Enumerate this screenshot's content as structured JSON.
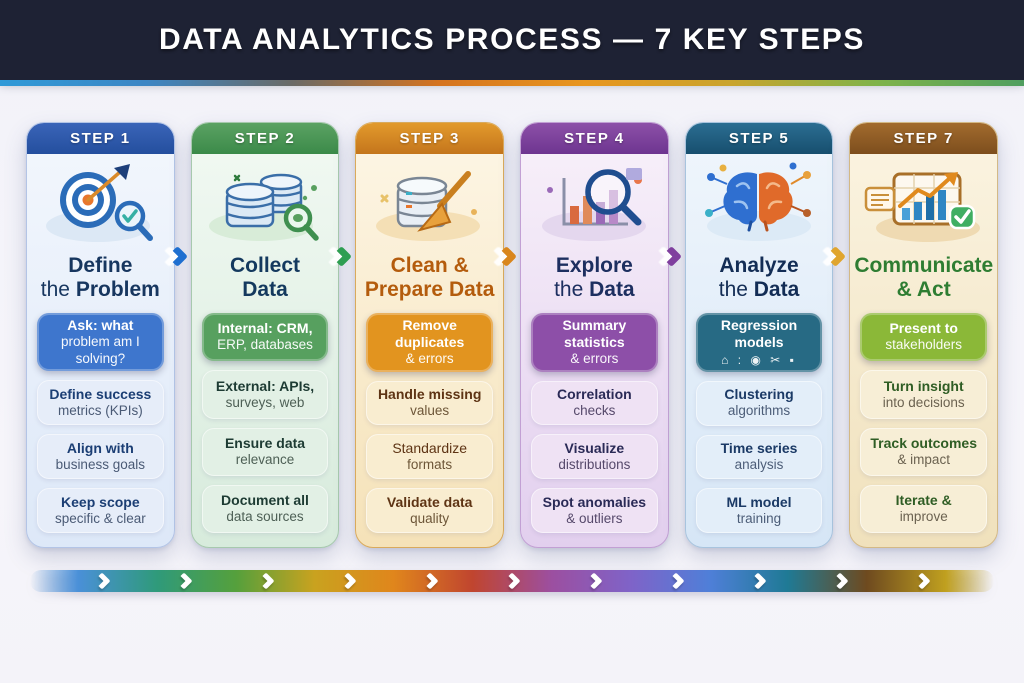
{
  "header": {
    "title": "DATA ANALYTICS PROCESS — 7 KEY STEPS",
    "underline_colors": [
      "#2f9ad8",
      "#3d86c4",
      "#6a6a66",
      "#d5731f",
      "#e8961f",
      "#c9a42e",
      "#7fb34a",
      "#4f9e5f"
    ]
  },
  "steps": [
    {
      "label": "STEP 1",
      "icon": "target-magnifier-icon",
      "title": {
        "line1": "Define",
        "line2_normal": "the ",
        "line2_bold": "Problem"
      },
      "colors": {
        "header_top": "#3a64b8",
        "header_bottom": "#244f9e",
        "card_top": "#f3f7fd",
        "card_bottom": "#dde8f8",
        "border": "#b3c4e6",
        "pill": "#e6edf9",
        "accent": "#3e76cd",
        "title": "#17365f",
        "item_bold": "#1b3e74",
        "item_text": "#4a5a75",
        "chevron": "#1f6fd0"
      },
      "items": [
        {
          "line1": "Ask: what",
          "line2": "problem am I solving?",
          "highlight": true
        },
        {
          "line1": "Define success",
          "line2": "metrics (KPIs)"
        },
        {
          "line1": "Align with",
          "line2": "business goals"
        },
        {
          "line1": "Keep scope",
          "line2": "specific & clear"
        }
      ]
    },
    {
      "label": "STEP 2",
      "icon": "database-magnifier-icon",
      "title": {
        "line1": "Collect",
        "line2_normal": "",
        "line2_bold": "Data"
      },
      "colors": {
        "header_top": "#5ba263",
        "header_bottom": "#3b8a49",
        "card_top": "#f2f9f3",
        "card_bottom": "#d7ebdc",
        "border": "#a7c9ae",
        "pill": "#e2f0e5",
        "accent": "#57a05f",
        "title": "#14395e",
        "item_bold": "#1d3b33",
        "item_text": "#4d5f55",
        "chevron": "#2e9e52"
      },
      "items": [
        {
          "line1": "Internal: CRM,",
          "line2": "ERP, databases",
          "highlight": true
        },
        {
          "line1": "External: APIs,",
          "line2": "surveys, web"
        },
        {
          "line1": "Ensure data",
          "line2": "relevance"
        },
        {
          "line1": "Document all",
          "line2": "data sources"
        }
      ]
    },
    {
      "label": "STEP 3",
      "icon": "database-broom-icon",
      "title": {
        "line1": "Clean &",
        "line2_normal": "",
        "line2_bold": "Prepare Data"
      },
      "colors": {
        "header_top": "#e29a2c",
        "header_bottom": "#c4751c",
        "card_top": "#fdf6e6",
        "card_bottom": "#f5e2b8",
        "border": "#d9aa5c",
        "pill": "#f9edd0",
        "accent": "#e2941f",
        "title": "#b45c0d",
        "item_bold": "#5e3414",
        "item_text": "#6d5638",
        "chevron": "#d9861c"
      },
      "items": [
        {
          "line1": "Remove duplicates",
          "line2": "& errors",
          "highlight": true
        },
        {
          "line1": "Handle missing",
          "line2": "values"
        },
        {
          "line1": "Standardize",
          "line2": "formats",
          "plain": true
        },
        {
          "line1": "Validate data",
          "line2": "quality"
        }
      ]
    },
    {
      "label": "STEP 4",
      "icon": "chart-magnifier-icon",
      "title": {
        "line1": "Explore",
        "line2_normal": "the ",
        "line2_bold": "Data"
      },
      "colors": {
        "header_top": "#8d50a8",
        "header_bottom": "#6e3590",
        "card_top": "#f8f1fa",
        "card_bottom": "#e2cfee",
        "border": "#c2a0d4",
        "pill": "#efe2f4",
        "accent": "#8d4fa8",
        "title": "#1d2f60",
        "item_bold": "#2a2a56",
        "item_text": "#56496b",
        "chevron": "#7f3f9e"
      },
      "items": [
        {
          "line1": "Summary statistics",
          "line2": "& errors",
          "highlight": true
        },
        {
          "line1": "Correlation",
          "line2": "checks"
        },
        {
          "line1": "Visualize",
          "line2": "distributions"
        },
        {
          "line1": "Spot anomalies",
          "line2": "& outliers"
        }
      ]
    },
    {
      "label": "STEP 5",
      "icon": "brain-network-icon",
      "title": {
        "line1": "Analyze",
        "line2_normal": "the ",
        "line2_bold": "Data"
      },
      "colors": {
        "header_top": "#2b6e92",
        "header_bottom": "#174f6e",
        "card_top": "#f0f6fc",
        "card_bottom": "#d6e6f6",
        "border": "#a8c4de",
        "pill": "#e3eef9",
        "accent": "#276a84",
        "title": "#132d55",
        "item_bold": "#1b3a66",
        "item_text": "#4c5d78",
        "chevron": "#e0a52e"
      },
      "items": [
        {
          "line1": "Regression models",
          "glyphs": "⌂ : ◉ ✂ ▪",
          "highlight": true
        },
        {
          "line1": "Clustering",
          "line2": "algorithms"
        },
        {
          "line1": "Time series",
          "line2": "analysis"
        },
        {
          "line1": "ML model",
          "line2": "training"
        }
      ]
    },
    {
      "label": "STEP 7",
      "icon": "dashboard-growth-icon",
      "title": {
        "line1": "Communicate",
        "line2_normal": "",
        "line2_bold": "& Act"
      },
      "colors": {
        "header_top": "#a26b2e",
        "header_bottom": "#7d4e1d",
        "card_top": "#fbf4e2",
        "card_bottom": "#f0e1bc",
        "border": "#d3b986",
        "pill": "#f7eed6",
        "accent": "#8bb838",
        "title": "#2e7d32",
        "item_bold": "#2f5d24",
        "item_text": "#6b6250",
        "chevron": ""
      },
      "items": [
        {
          "line1": "Present to",
          "line2": "stakeholders",
          "highlight": true
        },
        {
          "line1": "Turn insight",
          "line2": "into decisions"
        },
        {
          "line1": "Track outcomes",
          "line2": "& impact"
        },
        {
          "line1": "Iterate &",
          "line2": "improve"
        }
      ]
    }
  ],
  "flow_band": {
    "colors": [
      "#4a90d8",
      "#2f9a7a",
      "#55a03c",
      "#c9a21f",
      "#e0861c",
      "#c0452f",
      "#9c4fa0",
      "#7f63c8",
      "#4f7fd8",
      "#1f7a95",
      "#6e4a1f",
      "#c0a01f"
    ]
  }
}
